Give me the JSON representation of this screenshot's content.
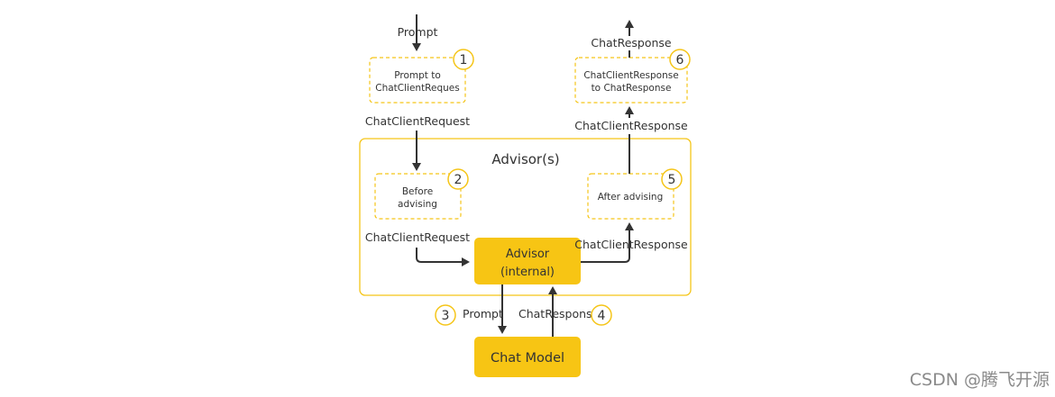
{
  "diagram": {
    "top_prompt_label": "Prompt",
    "step1": {
      "number": "1",
      "line1": "Prompt to",
      "line2": "ChatClientReques"
    },
    "request_label_top": "ChatClientRequest",
    "advisors_title": "Advisor(s)",
    "step2": {
      "number": "2",
      "line1": "Before",
      "line2": "advising"
    },
    "request_label_bottom": "ChatClientRequest",
    "advisor_internal": {
      "line1": "Advisor",
      "line2": "(internal)"
    },
    "step3": {
      "number": "3",
      "label": "Prompt"
    },
    "step4": {
      "number": "4",
      "label": "ChatResponse"
    },
    "chat_model": "Chat Model",
    "step5": {
      "number": "5",
      "label": "After advising"
    },
    "response_label_bottom": "ChatClientResponse",
    "response_label_top": "ChatClientResponse",
    "step6": {
      "number": "6",
      "line1": "ChatClientResponse",
      "line2": "to ChatResponse"
    },
    "chat_response_top_label": "ChatResponse"
  },
  "watermark": "CSDN @腾飞开源",
  "colors": {
    "accent": "#f7c514",
    "line": "#333333",
    "dashed": "#f5c518"
  }
}
